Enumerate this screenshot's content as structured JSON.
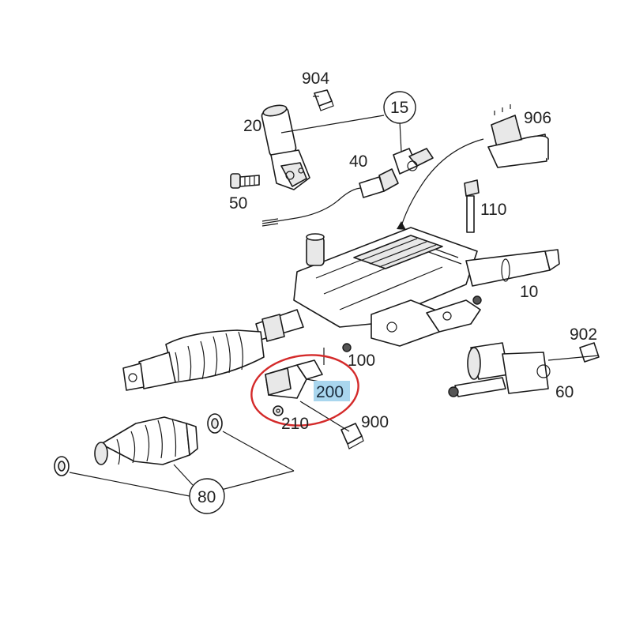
{
  "diagram": {
    "labels": {
      "p904": "904",
      "p20": "20",
      "p15": "15",
      "p906": "906",
      "p40": "40",
      "p50": "50",
      "p110": "110",
      "p10": "10",
      "p902": "902",
      "p100": "100",
      "p200": "200",
      "p210": "210",
      "p900": "900",
      "p60": "60",
      "p80": "80"
    },
    "colors": {
      "line": "#1a1a1a",
      "highlight_circle": "#d42a2a",
      "highlight_fill": "#a9d6ee"
    }
  }
}
